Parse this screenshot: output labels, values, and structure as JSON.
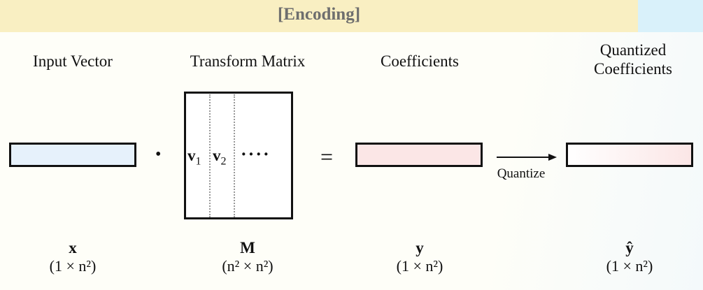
{
  "header": {
    "title": "[Encoding]"
  },
  "columns": [
    {
      "label": "Input Vector",
      "symbol": "x",
      "dims": "(1 × n²)"
    },
    {
      "label": "Transform Matrix",
      "symbol": "M",
      "dims": "(n² × n²)"
    },
    {
      "label": "Coefficients",
      "symbol": "y",
      "dims": "(1 × n²)"
    },
    {
      "label_line1": "Quantized",
      "label_line2": "Coefficients",
      "symbol": "ŷ",
      "dims": "(1 × n²)"
    }
  ],
  "matrix": {
    "col1": "v",
    "col1_sub": "1",
    "col2": "v",
    "col2_sub": "2",
    "ellipsis": "····"
  },
  "operators": {
    "dot": "•",
    "equals": "="
  },
  "arrow": {
    "label": "Quantize"
  },
  "colors": {
    "input": "#e6f1fb",
    "coeff": "#fbe6e6",
    "banner": "#f9efc2"
  }
}
